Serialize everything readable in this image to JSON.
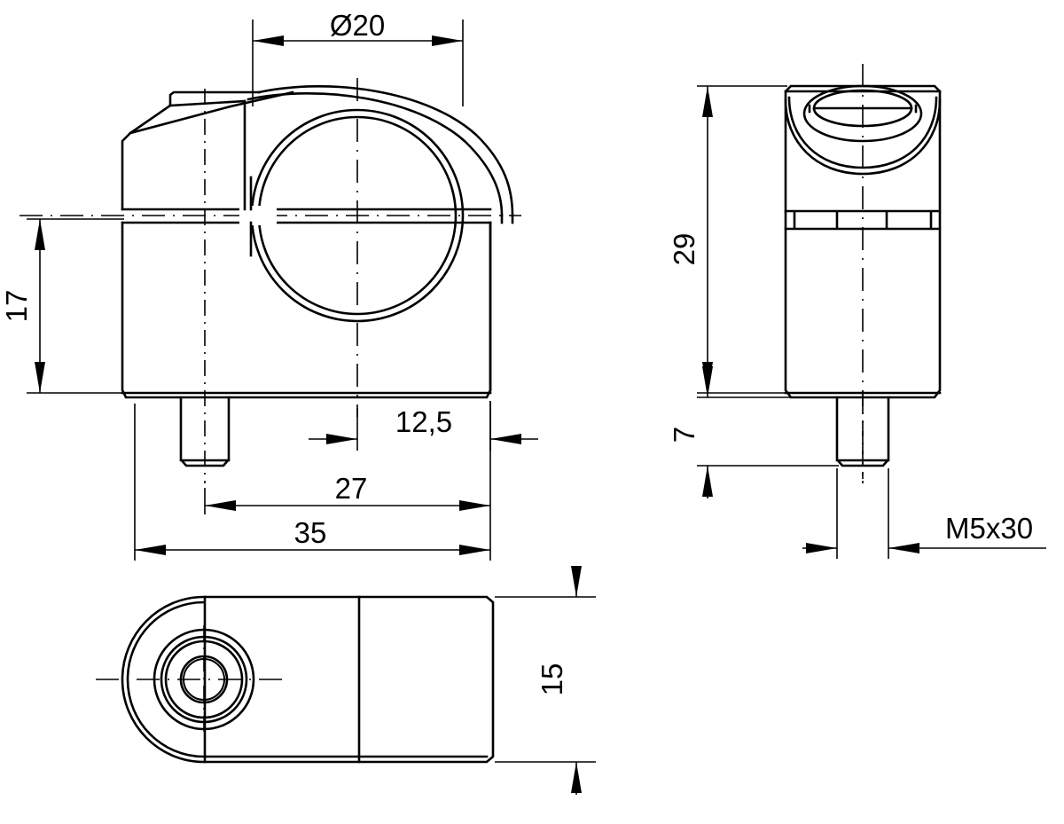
{
  "drawing": {
    "title": "Technical dimensioned drawing - clamp bracket with M5x30 screw",
    "units_note": "",
    "line_color": "#000000",
    "background_color": "#ffffff",
    "views": [
      {
        "name": "front-view",
        "label": ""
      },
      {
        "name": "side-view",
        "label": ""
      },
      {
        "name": "top-view",
        "label": ""
      }
    ]
  },
  "dimensions": {
    "bore_diameter": "Ø20",
    "height_17": "17",
    "offset_12_5": "12,5",
    "length_27": "27",
    "length_35": "35",
    "height_29": "29",
    "height_7": "7",
    "width_15": "15",
    "thread_spec": "M5x30"
  }
}
